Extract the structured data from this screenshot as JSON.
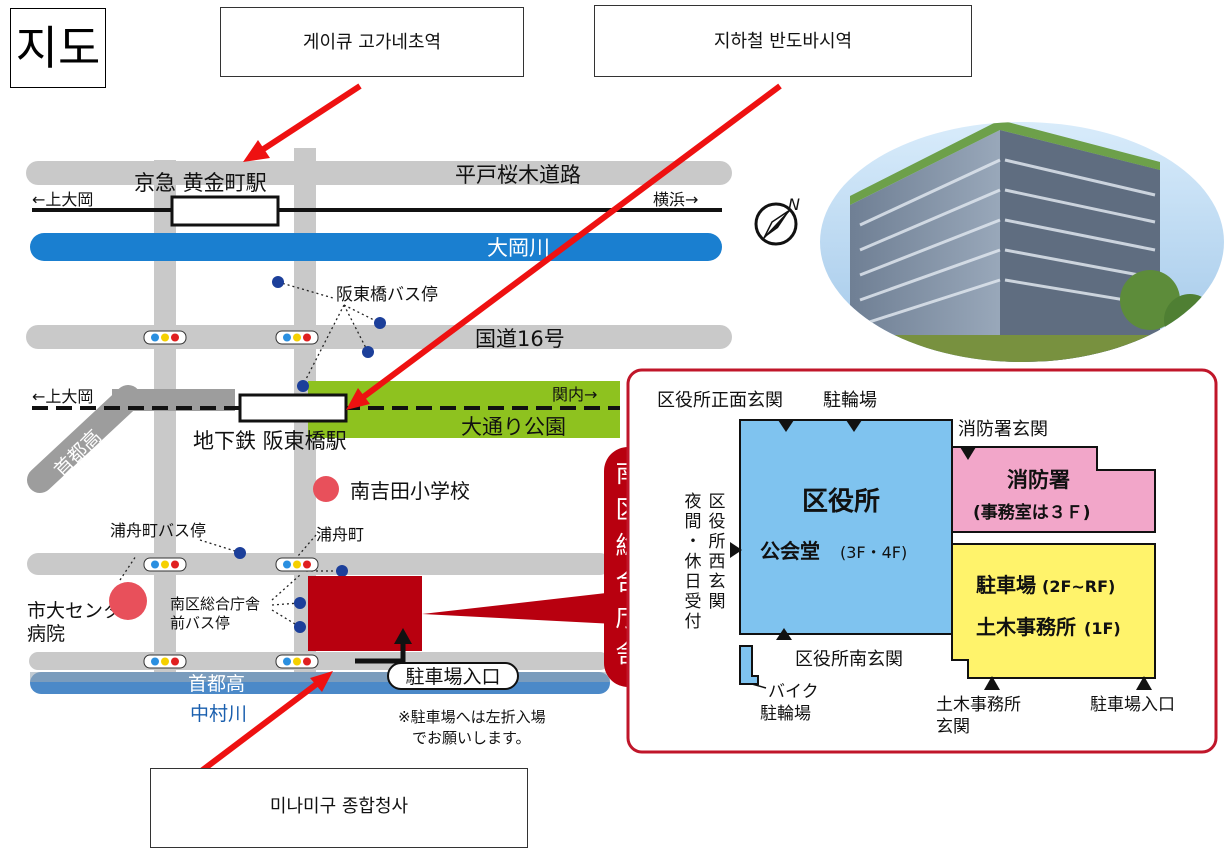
{
  "title": "지도",
  "callouts": {
    "keikyu_station": "게이큐 고가네초역",
    "subway_station": "지하철 반도바시역",
    "ward_office": "미나미구 종합청사"
  },
  "roads": {
    "hirado_sakuragi": "平戸桜木道路",
    "route16": "国道16号",
    "shuto_upper": "首都高",
    "shuto_lower": "首都高"
  },
  "rivers": {
    "ooka": "大岡川",
    "nakamura": "中村川"
  },
  "rail": {
    "keikyu_station": "京急 黄金町駅",
    "kamiooka_top": "←上大岡",
    "yokohama": "横浜→",
    "kamiooka_mid": "←上大岡",
    "kannai": "関内→",
    "subway_station": "地下鉄 阪東橋駅"
  },
  "places": {
    "park": "大通り公園",
    "school": "南吉田小学校",
    "hospital_line1": "市大センター",
    "hospital_line2": "病院"
  },
  "bus_stops": {
    "bandobashi": "阪東橋バス停",
    "urafune_stop": "浦舟町バス停",
    "urafune": "浦舟町",
    "sogo_line1": "南区総合庁舎",
    "sogo_line2": "前バス停"
  },
  "parking": {
    "entrance": "駐車場入口",
    "note_line1": "※駐車場へは左折入場",
    "note_line2": "でお願いします。"
  },
  "building_label": [
    "南",
    "区",
    "総",
    "合",
    "庁",
    "舎"
  ],
  "floor_plan": {
    "main_entrance": "区役所正面玄関",
    "bicycle_parking": "駐輪場",
    "fire_entrance": "消防署玄関",
    "fire_station": "消防署",
    "fire_office": "(事務室は３Ｆ)",
    "ward_office": "区役所",
    "hall": "公会堂",
    "hall_floors": "(3F・4F)",
    "west_col1": [
      "区",
      "役",
      "所",
      "西",
      "玄",
      "関"
    ],
    "west_col2": [
      "夜",
      "間",
      "・",
      "休",
      "日",
      "受",
      "付"
    ],
    "south_entrance": "区役所南玄関",
    "bike_line1": "バイク",
    "bike_line2": "駐輪場",
    "parking": "駐車場",
    "parking_floors": "(2F~RF)",
    "public_works": "土木事務所",
    "public_works_floor": "(1F)",
    "pw_entrance_line1": "土木事務所",
    "pw_entrance_line2": "玄関",
    "parking_entrance": "駐車場入口"
  },
  "colors": {
    "road": "#c9c9c9",
    "river": "#1a7fd0",
    "park": "#8ec21f",
    "building": "#b8000f",
    "ward_office_fill": "#7fc3ef",
    "fire_fill": "#f2a6c9",
    "parking_fill": "#fff36b",
    "arrow": "#ee1111",
    "frame": "#c0162a",
    "school_dot": "#e8505b",
    "bus_dot": "#1c3f9a"
  }
}
